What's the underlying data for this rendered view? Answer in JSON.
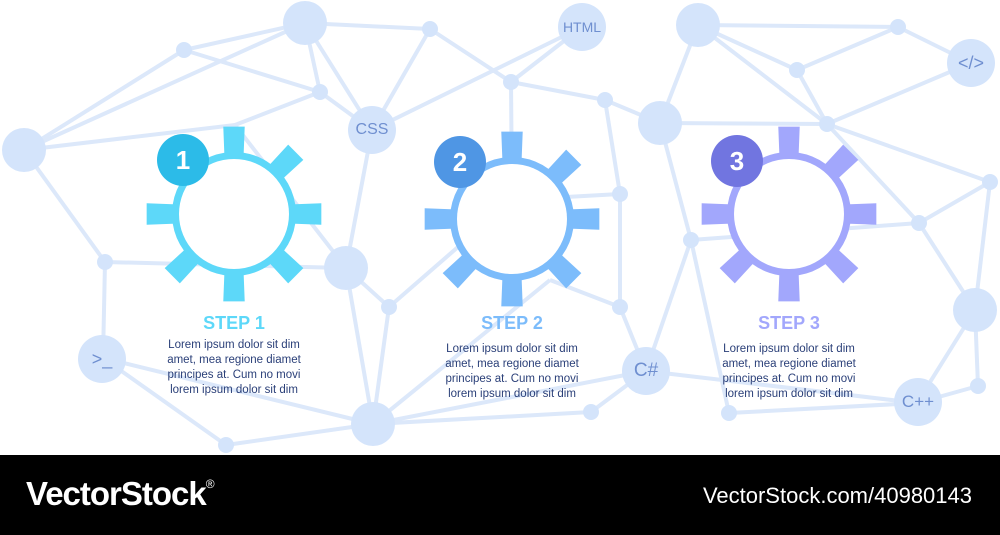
{
  "colors": {
    "network_line": "#dce8fa",
    "node": "#d4e4fb",
    "tech_text": "#6f8fd0",
    "desc_text": "#2a3f78",
    "footer_bg": "#000000"
  },
  "tech_labels": {
    "css": "CSS",
    "html": "HTML",
    "code": "</>",
    "terminal": ">_",
    "csharp": "C#",
    "cpp": "C++"
  },
  "steps": [
    {
      "number": "1",
      "title": "STEP 1",
      "desc": [
        "Lorem ipsum dolor sit dim",
        "amet, mea regione diamet",
        "principes at. Cum no movi",
        "lorem ipsum dolor sit dim"
      ],
      "gear_color": "#5dd8f9",
      "badge_color": "#2cbbe8"
    },
    {
      "number": "2",
      "title": "STEP 2",
      "desc": [
        "Lorem ipsum dolor sit dim",
        "amet, mea regione diamet",
        "principes at. Cum no movi",
        "lorem ipsum dolor sit dim"
      ],
      "gear_color": "#7cbcfb",
      "badge_color": "#4f96e4"
    },
    {
      "number": "3",
      "title": "STEP 3",
      "desc": [
        "Lorem ipsum dolor sit dim",
        "amet, mea regione diamet",
        "principes at. Cum no movi",
        "lorem ipsum dolor sit dim"
      ],
      "gear_color": "#a2a7fc",
      "badge_color": "#7175e0"
    }
  ],
  "footer": {
    "brand": "VectorStock",
    "registered_mark": "®",
    "stock_id": "VectorStock.com/40980143"
  }
}
